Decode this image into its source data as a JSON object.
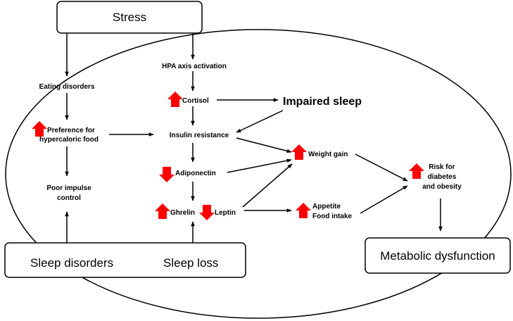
{
  "boxes": {
    "stress": "Stress",
    "sleep_disorders": "Sleep disorders",
    "sleep_loss": "Sleep loss",
    "metabolic_dysfunction": "Metabolic dysfunction"
  },
  "nodes": {
    "eating_disorders": "Eating disorders",
    "preference_line1": "Preference for",
    "preference_line2": "hypercaloric food",
    "poor_impulse_line1": "Poor impulse",
    "poor_impulse_line2": "control",
    "hpa_axis": "HPA axis activation",
    "cortisol": "Cortisol",
    "impaired_sleep": "Impaired sleep",
    "insulin_resistance": "Insulin resistance",
    "adiponectin": "Adiponectin",
    "ghrelin": "Ghrelin",
    "leptin": "Leptin",
    "weight_gain": "Weight gain",
    "appetite_line1": "Appetite",
    "appetite_line2": "Food intake",
    "risk_line1": "Risk for",
    "risk_line2": "diabetes",
    "risk_line3": "and obesity"
  },
  "colors": {
    "increase_arrow": "#ff0000",
    "decrease_arrow": "#ff0000",
    "line": "#000000"
  },
  "icons": {
    "up": "red-up-arrow-icon",
    "down": "red-down-arrow-icon"
  }
}
